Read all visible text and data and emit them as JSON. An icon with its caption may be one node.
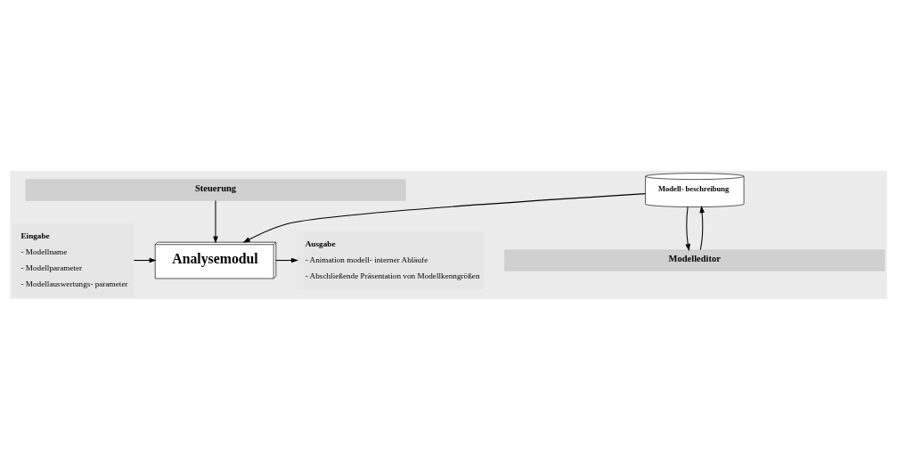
{
  "diagram": {
    "nodes": [
      {
        "text": [
          "Steuerung"
        ]
      },
      {
        "text": [
          "Eingabe",
          "- Modellname",
          "- Modellparameter",
          "- Modellauswertungs- parameter"
        ]
      },
      {
        "text": [
          "Analysemodul"
        ]
      },
      {
        "text": [
          "Ausgabe",
          "- Animation modell- interner Abläufe",
          "- Abschließende Präsentation von Modellkenngrößen"
        ]
      },
      {
        "text": [
          "Modell- beschreibung"
        ]
      },
      {
        "text": [
          "Modelleditor"
        ]
      }
    ],
    "edges": [
      {
        "from": 0,
        "to": 2,
        "arrow": "to"
      },
      {
        "from": 1,
        "to": 2,
        "arrow": "to"
      },
      {
        "from": 2,
        "to": 3,
        "arrow": "to"
      },
      {
        "from": 4,
        "to": 2,
        "arrow": "to"
      },
      {
        "from": 5,
        "to": 4,
        "arrow": "to"
      },
      {
        "from": 4,
        "to": 5,
        "arrow": "to"
      }
    ]
  }
}
